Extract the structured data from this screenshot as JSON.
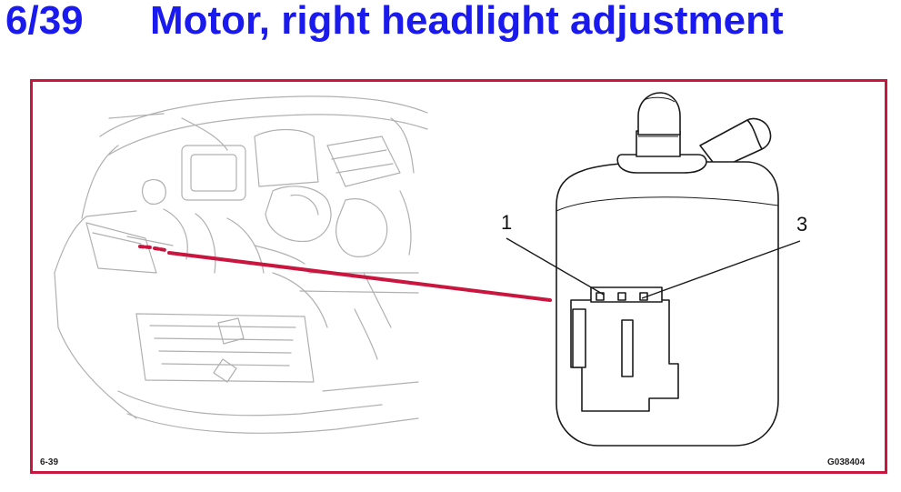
{
  "header": {
    "page_number": "6/39",
    "title": "Motor, right headlight adjustment"
  },
  "figure": {
    "frame_color": "#c8163f",
    "leader_color": "#c8163f",
    "corner_label_left": "6-39",
    "corner_label_right": "G038404",
    "callouts": [
      "1",
      "3"
    ]
  }
}
